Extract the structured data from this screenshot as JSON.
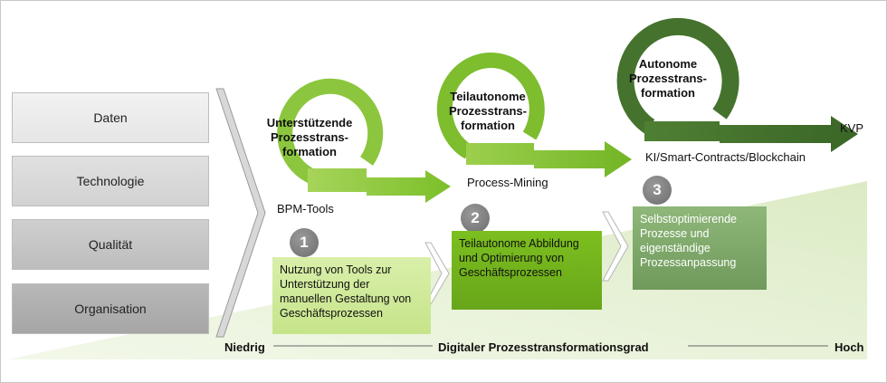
{
  "factors": [
    "Daten",
    "Technologie",
    "Qualität",
    "Organisation"
  ],
  "stages": [
    {
      "number": "1",
      "title": "Unterstützende\nProzesstrans-\nformation",
      "tool": "BPM-Tools",
      "description": "Nutzung von Tools zur Unterstützung der manuellen Gestaltung von Geschäftsprozessen"
    },
    {
      "number": "2",
      "title": "Teilautonome\nProzesstrans-\nformation",
      "tool": "Process-Mining",
      "description": "Teilautonome Abbildung und Optimierung von Geschäftsprozessen"
    },
    {
      "number": "3",
      "title": "Autonome\nProzesstrans-\nformation",
      "tool": "KI/Smart-Contracts/Blockchain",
      "description": "Selbstoptimierende Prozesse und eigenständige Prozessanpassung"
    }
  ],
  "end_label": "KVP",
  "axis": {
    "low": "Niedrig",
    "title": "Digitaler Prozesstransformationsgrad",
    "high": "Hoch"
  },
  "colors": {
    "light_green": "#8cc63f",
    "mid_green": "#5a9a1a",
    "dark_green": "#3f6b2a",
    "wedge_green": "#eaf3dc"
  }
}
